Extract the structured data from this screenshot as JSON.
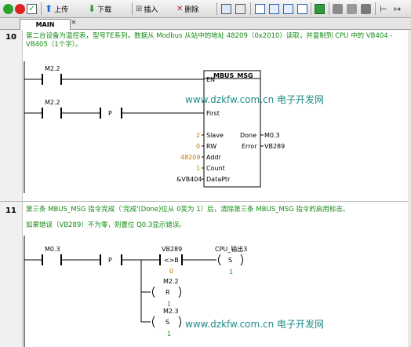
{
  "toolbar": {
    "upload_label": "上传",
    "download_label": "下载",
    "insert_label": "插入",
    "delete_label": "删除"
  },
  "tabs": {
    "main_label": "MAIN",
    "close_glyph": "×"
  },
  "network10": {
    "number": "10",
    "comment_line1": "第二台设备为温控表，型号TE系列。数据从 Modbus 从站中的地址 48209（0x2010）读取，并复制到 CPU 中的 VB404 -",
    "comment_line2": "VB405（1个字）。",
    "contact1": "M2.2",
    "contact2": "M2.2",
    "pulse": "P",
    "block": {
      "title": "MBUS_MSG",
      "en": "EN",
      "first": "First",
      "slave": "Slave",
      "rw": "RW",
      "addr": "Addr",
      "count": "Count",
      "dataptr": "DataPtr",
      "done": "Done",
      "error": "Error",
      "slave_val": "2",
      "rw_val": "0",
      "addr_val": "48209",
      "count_val": "1",
      "dataptr_val": "&VB404",
      "done_val": "M0.3",
      "error_val": "VB289"
    }
  },
  "network11": {
    "number": "11",
    "comment_line1": "第三条 MBUS_MSG 指令完成（'完成'(Done)位从 0变为 1）后，清除第三条 MBUS_MSG 指令的启用标志。",
    "comment_line2": "如果错误（VB289）不为零，则置位 Q0.3显示错误。",
    "contact": "M0.3",
    "pulse": "P",
    "compare_addr": "VB289",
    "compare_op": "<>B",
    "compare_val": "0",
    "coil1_addr": "CPU_输出3",
    "coil1_op": "S",
    "coil1_n": "1",
    "coil2_addr": "M2.2",
    "coil2_op": "R",
    "coil2_n": "1",
    "coil3_addr": "M2.3",
    "coil3_op": "S",
    "coil3_n": "1"
  },
  "watermark": {
    "url": "www.dzkfw.com.cn",
    "text": "电子开发网"
  }
}
